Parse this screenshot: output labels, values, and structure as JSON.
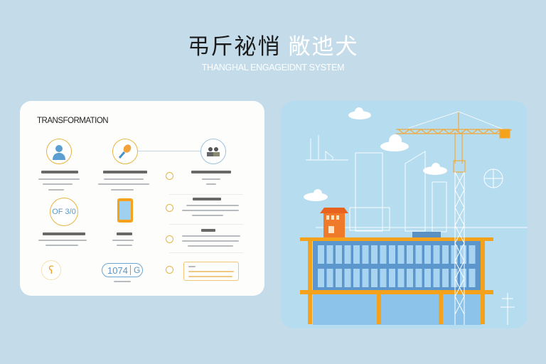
{
  "header": {
    "title_dark": "弔斤祕悄",
    "title_light": "敞迆犬",
    "subtitle": "THANGHAL ENGAGEIDNT SYSTEM"
  },
  "card": {
    "title": "TRANSFORMATION",
    "badge_text": "OF 3/0",
    "counter_text": "1074",
    "counter_unit": "G"
  },
  "colors": {
    "background": "#c4dcea",
    "accent_orange": "#f4a21c",
    "accent_blue": "#5a97c9",
    "panel": "#b6dcef"
  },
  "icons": [
    "person-icon",
    "microphone-icon",
    "people-icon",
    "phone-icon",
    "ear-icon"
  ]
}
